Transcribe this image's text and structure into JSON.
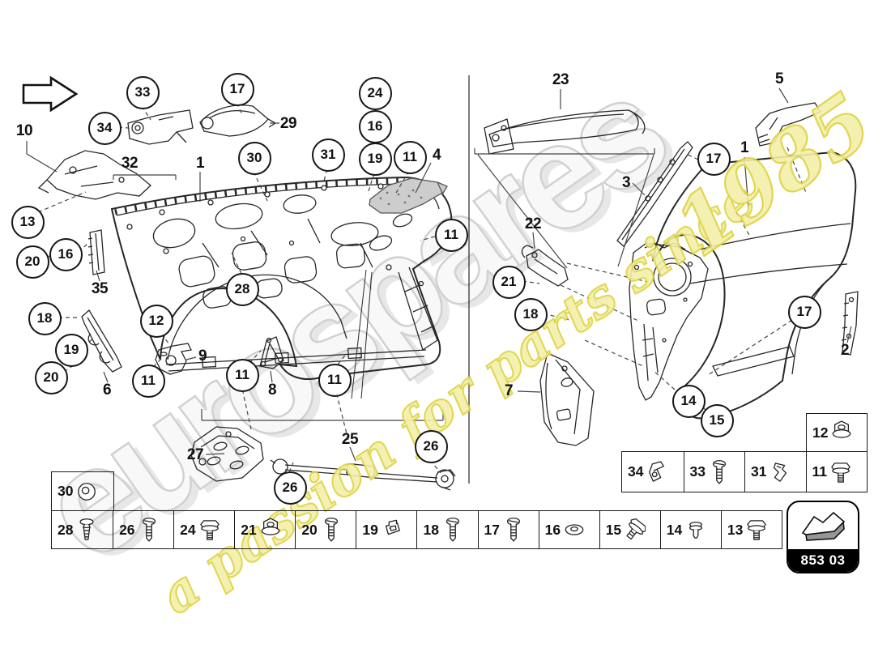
{
  "watermark": {
    "brand": "eurospares",
    "tagline_script": "a passion for parts since",
    "tagline_year": "1985"
  },
  "badge": {
    "code": "853 03"
  },
  "callouts": [
    {
      "label": "33"
    },
    {
      "label": "34"
    },
    {
      "label": "17"
    },
    {
      "label": "24"
    },
    {
      "label": "16"
    },
    {
      "label": "31"
    },
    {
      "label": "19"
    },
    {
      "label": "11"
    },
    {
      "label": "30"
    },
    {
      "label": "13"
    },
    {
      "label": "20"
    },
    {
      "label": "16"
    },
    {
      "label": "18"
    },
    {
      "label": "19"
    },
    {
      "label": "20"
    },
    {
      "label": "12"
    },
    {
      "label": "11"
    },
    {
      "label": "11"
    },
    {
      "label": "11"
    },
    {
      "label": "11"
    },
    {
      "label": "28"
    },
    {
      "label": "26"
    },
    {
      "label": "26"
    },
    {
      "label": "17"
    },
    {
      "label": "21"
    },
    {
      "label": "18"
    },
    {
      "label": "17"
    },
    {
      "label": "14"
    },
    {
      "label": "15"
    },
    {
      "label": "10"
    },
    {
      "label": "32"
    },
    {
      "label": "29"
    },
    {
      "label": "1"
    },
    {
      "label": "4"
    },
    {
      "label": "35"
    },
    {
      "label": "6"
    },
    {
      "label": "9"
    },
    {
      "label": "8"
    },
    {
      "label": "27"
    },
    {
      "label": "25"
    },
    {
      "label": "23"
    },
    {
      "label": "5"
    },
    {
      "label": "1"
    },
    {
      "label": "3"
    },
    {
      "label": "22"
    },
    {
      "label": "7"
    },
    {
      "label": "2"
    }
  ],
  "fasteners": {
    "standalone": {
      "label": "30",
      "icon": "grommet-washer"
    },
    "mini_top": {
      "label": "12",
      "icon": "flange-nut"
    },
    "mini_row": [
      {
        "label": "34",
        "icon": "clamp-bracket"
      },
      {
        "label": "33",
        "icon": "pan-head-screw"
      },
      {
        "label": "31",
        "icon": "spring-clip"
      },
      {
        "label": "11",
        "icon": "hex-flange-bolt"
      }
    ],
    "main_row": [
      {
        "label": "28",
        "icon": "expanding-rivet"
      },
      {
        "label": "26",
        "icon": "pan-head-screw"
      },
      {
        "label": "24",
        "icon": "hex-flange-bolt"
      },
      {
        "label": "21",
        "icon": "flange-nut"
      },
      {
        "label": "20",
        "icon": "dome-head-screw"
      },
      {
        "label": "19",
        "icon": "clip-on-nut"
      },
      {
        "label": "18",
        "icon": "dome-head-screw"
      },
      {
        "label": "17",
        "icon": "dome-head-screw"
      },
      {
        "label": "16",
        "icon": "washer"
      },
      {
        "label": "15",
        "icon": "hex-bolt"
      },
      {
        "label": "14",
        "icon": "snap-rivet"
      },
      {
        "label": "13",
        "icon": "hex-flange-bolt"
      }
    ]
  }
}
